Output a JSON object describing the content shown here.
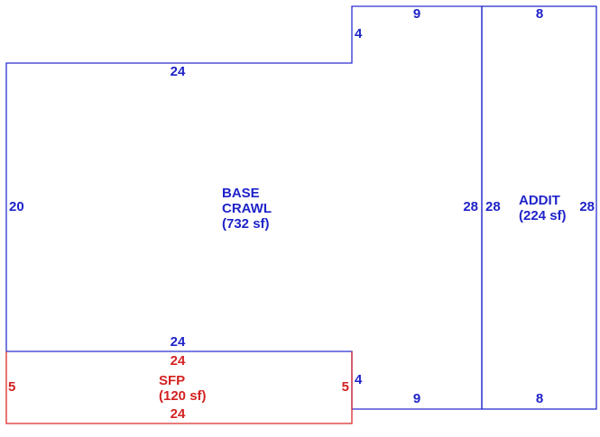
{
  "colors": {
    "main_area": "#1f23c8",
    "porch_area": "#d42222"
  },
  "base": {
    "label_line1": "BASE",
    "label_line2": "CRAWL",
    "area": "(732 sf)",
    "dims": {
      "top_left": "24",
      "step_up": "4",
      "step_top": "9",
      "left": "20",
      "right": "28",
      "bottom": "24",
      "step_down": "4",
      "bottom_right": "9"
    }
  },
  "addit": {
    "label": "ADDIT",
    "area": "(224 sf)",
    "dims": {
      "top": "8",
      "left": "28",
      "right": "28",
      "bottom": "8"
    }
  },
  "sfp": {
    "label": "SFP",
    "area": "(120 sf)",
    "dims": {
      "top": "24",
      "left": "5",
      "right": "5",
      "bottom": "24"
    }
  }
}
